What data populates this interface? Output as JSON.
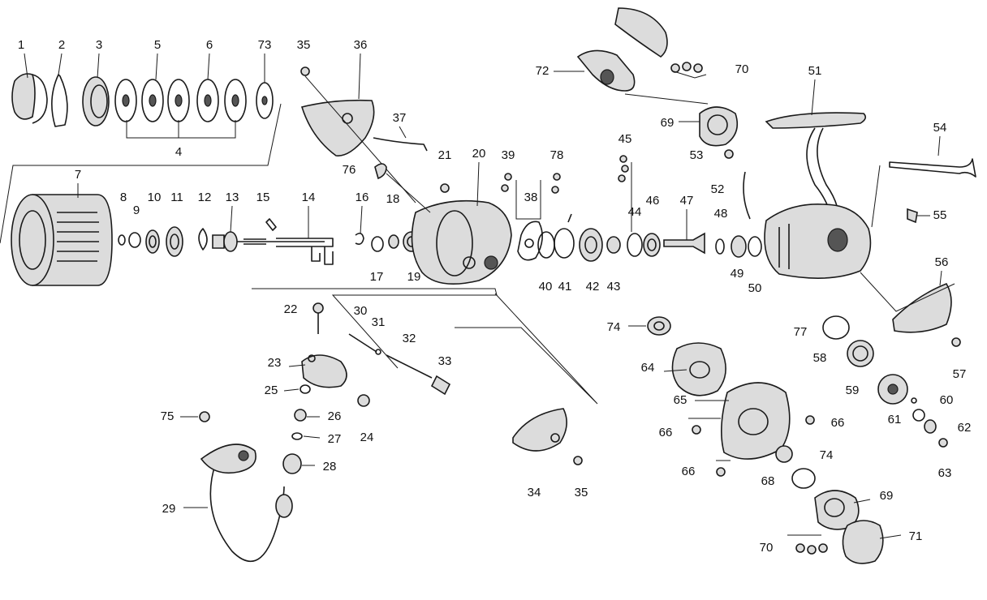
{
  "diagram": {
    "labels": [
      {
        "id": "1",
        "text": "1"
      },
      {
        "id": "2",
        "text": "2"
      },
      {
        "id": "3",
        "text": "3"
      },
      {
        "id": "4",
        "text": "4"
      },
      {
        "id": "5",
        "text": "5"
      },
      {
        "id": "6",
        "text": "6"
      },
      {
        "id": "7",
        "text": "7"
      },
      {
        "id": "8",
        "text": "8"
      },
      {
        "id": "9",
        "text": "9"
      },
      {
        "id": "10",
        "text": "10"
      },
      {
        "id": "11",
        "text": "11"
      },
      {
        "id": "12",
        "text": "12"
      },
      {
        "id": "13",
        "text": "13"
      },
      {
        "id": "14",
        "text": "14"
      },
      {
        "id": "15",
        "text": "15"
      },
      {
        "id": "16",
        "text": "16"
      },
      {
        "id": "17",
        "text": "17"
      },
      {
        "id": "18",
        "text": "18"
      },
      {
        "id": "19",
        "text": "19"
      },
      {
        "id": "20",
        "text": "20"
      },
      {
        "id": "21",
        "text": "21"
      },
      {
        "id": "22",
        "text": "22"
      },
      {
        "id": "23",
        "text": "23"
      },
      {
        "id": "24",
        "text": "24"
      },
      {
        "id": "25",
        "text": "25"
      },
      {
        "id": "26",
        "text": "26"
      },
      {
        "id": "27",
        "text": "27"
      },
      {
        "id": "28",
        "text": "28"
      },
      {
        "id": "29",
        "text": "29"
      },
      {
        "id": "30",
        "text": "30"
      },
      {
        "id": "31",
        "text": "31"
      },
      {
        "id": "32",
        "text": "32"
      },
      {
        "id": "33",
        "text": "33"
      },
      {
        "id": "34",
        "text": "34"
      },
      {
        "id": "35a",
        "text": "35"
      },
      {
        "id": "35b",
        "text": "35"
      },
      {
        "id": "36",
        "text": "36"
      },
      {
        "id": "37",
        "text": "37"
      },
      {
        "id": "38",
        "text": "38"
      },
      {
        "id": "39",
        "text": "39"
      },
      {
        "id": "40",
        "text": "40"
      },
      {
        "id": "41",
        "text": "41"
      },
      {
        "id": "42",
        "text": "42"
      },
      {
        "id": "43",
        "text": "43"
      },
      {
        "id": "44",
        "text": "44"
      },
      {
        "id": "45",
        "text": "45"
      },
      {
        "id": "46",
        "text": "46"
      },
      {
        "id": "47",
        "text": "47"
      },
      {
        "id": "48",
        "text": "48"
      },
      {
        "id": "49",
        "text": "49"
      },
      {
        "id": "50",
        "text": "50"
      },
      {
        "id": "51",
        "text": "51"
      },
      {
        "id": "52",
        "text": "52"
      },
      {
        "id": "53",
        "text": "53"
      },
      {
        "id": "54",
        "text": "54"
      },
      {
        "id": "55",
        "text": "55"
      },
      {
        "id": "56",
        "text": "56"
      },
      {
        "id": "57",
        "text": "57"
      },
      {
        "id": "58",
        "text": "58"
      },
      {
        "id": "59",
        "text": "59"
      },
      {
        "id": "60",
        "text": "60"
      },
      {
        "id": "61",
        "text": "61"
      },
      {
        "id": "62",
        "text": "62"
      },
      {
        "id": "63",
        "text": "63"
      },
      {
        "id": "64",
        "text": "64"
      },
      {
        "id": "65",
        "text": "65"
      },
      {
        "id": "66a",
        "text": "66"
      },
      {
        "id": "66b",
        "text": "66"
      },
      {
        "id": "66c",
        "text": "66"
      },
      {
        "id": "68",
        "text": "68"
      },
      {
        "id": "69a",
        "text": "69"
      },
      {
        "id": "69b",
        "text": "69"
      },
      {
        "id": "70a",
        "text": "70"
      },
      {
        "id": "70b",
        "text": "70"
      },
      {
        "id": "71",
        "text": "71"
      },
      {
        "id": "72",
        "text": "72"
      },
      {
        "id": "73",
        "text": "73"
      },
      {
        "id": "74a",
        "text": "74"
      },
      {
        "id": "74b",
        "text": "74"
      },
      {
        "id": "75",
        "text": "75"
      },
      {
        "id": "76",
        "text": "76"
      },
      {
        "id": "77",
        "text": "77"
      },
      {
        "id": "78",
        "text": "78"
      }
    ]
  }
}
